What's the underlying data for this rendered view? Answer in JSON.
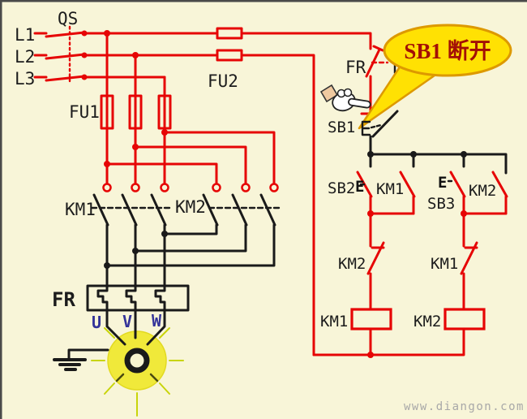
{
  "colors": {
    "background": "#f8f5d8",
    "wire_red": "#e60505",
    "wire_black": "#1a1a1a",
    "bubble_fill": "#ffe103",
    "bubble_border": "#dd9900",
    "bubble_text": "#a30f06",
    "motor_fill": "#f0e93a",
    "motor_rays": "#c8d40a",
    "terminal_letters": "#333399",
    "watermark_gray": "#a8a8a8",
    "hand_cuff": "#efc9a0"
  },
  "power": {
    "phase_l1": "L1",
    "phase_l2": "L2",
    "phase_l3": "L3",
    "main_switch": "QS",
    "fuse_group_1": "FU1",
    "fuse_group_2": "FU2",
    "contactor_main_1": "KM1",
    "contactor_main_2": "KM2",
    "thermal_relay": "FR",
    "motor_terminal_u": "U",
    "motor_terminal_v": "V",
    "motor_terminal_w": "W"
  },
  "control": {
    "thermal_contact": "FR",
    "stop_button": "SB1",
    "stop_button_actuator": "E",
    "start_button_fwd": "SB2",
    "start_button_fwd_actuator": "E",
    "start_button_rev": "SB3",
    "start_button_rev_actuator": "E",
    "seal_in_contact_km1": "KM1",
    "seal_in_contact_km2": "KM2",
    "interlock_km2": "KM2",
    "interlock_km1": "KM1",
    "coil_km1": "KM1",
    "coil_km2": "KM2"
  },
  "callout": {
    "text": "SB1 断开"
  },
  "watermark": {
    "text": "www.diangon.com"
  }
}
